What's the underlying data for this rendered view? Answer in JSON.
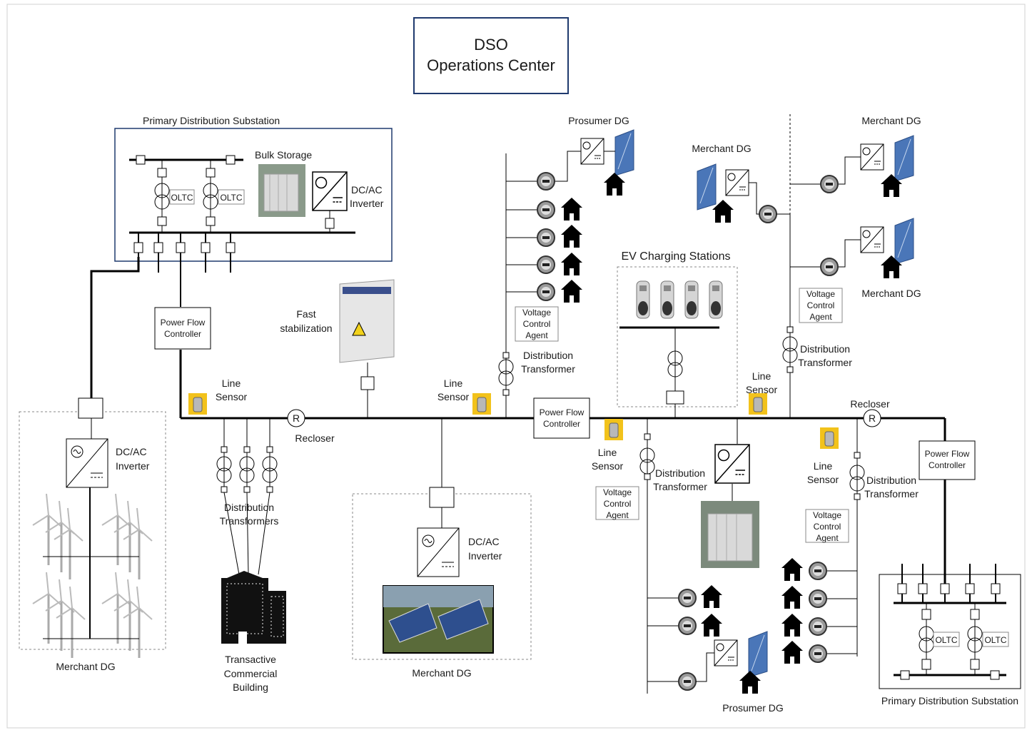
{
  "dso": {
    "line1": "DSO",
    "line2": "Operations Center"
  },
  "primary_substation_label": "Primary Distribution Substation",
  "bulk_storage": "Bulk Storage",
  "oltc": "OLTC",
  "dcac": {
    "line1": "DC/AC",
    "line2": "Inverter"
  },
  "power_flow": {
    "line1": "Power Flow",
    "line2": "Controller"
  },
  "line_sensor": {
    "line1": "Line",
    "line2": "Sensor"
  },
  "recloser": "Recloser",
  "recloser_symbol": "R",
  "fast_stab": {
    "line1": "Fast",
    "line2": "stabilization"
  },
  "dist_transformer": {
    "line1": "Distribution",
    "line2": "Transformer"
  },
  "dist_transformers": {
    "line1": "Distribution",
    "line2": "Transformers"
  },
  "vca": {
    "line1": "Voltage",
    "line2": "Control",
    "line3": "Agent"
  },
  "ev": "EV Charging Stations",
  "prosumer_dg": "Prosumer DG",
  "merchant_dg": "Merchant DG",
  "tcb": {
    "line1": "Transactive",
    "line2": "Commercial",
    "line3": "Building"
  },
  "colors": {
    "box_border": "#1f3a6e",
    "line": "#000000",
    "sensor": "#f2c21b",
    "panel": "#4a76b8"
  }
}
